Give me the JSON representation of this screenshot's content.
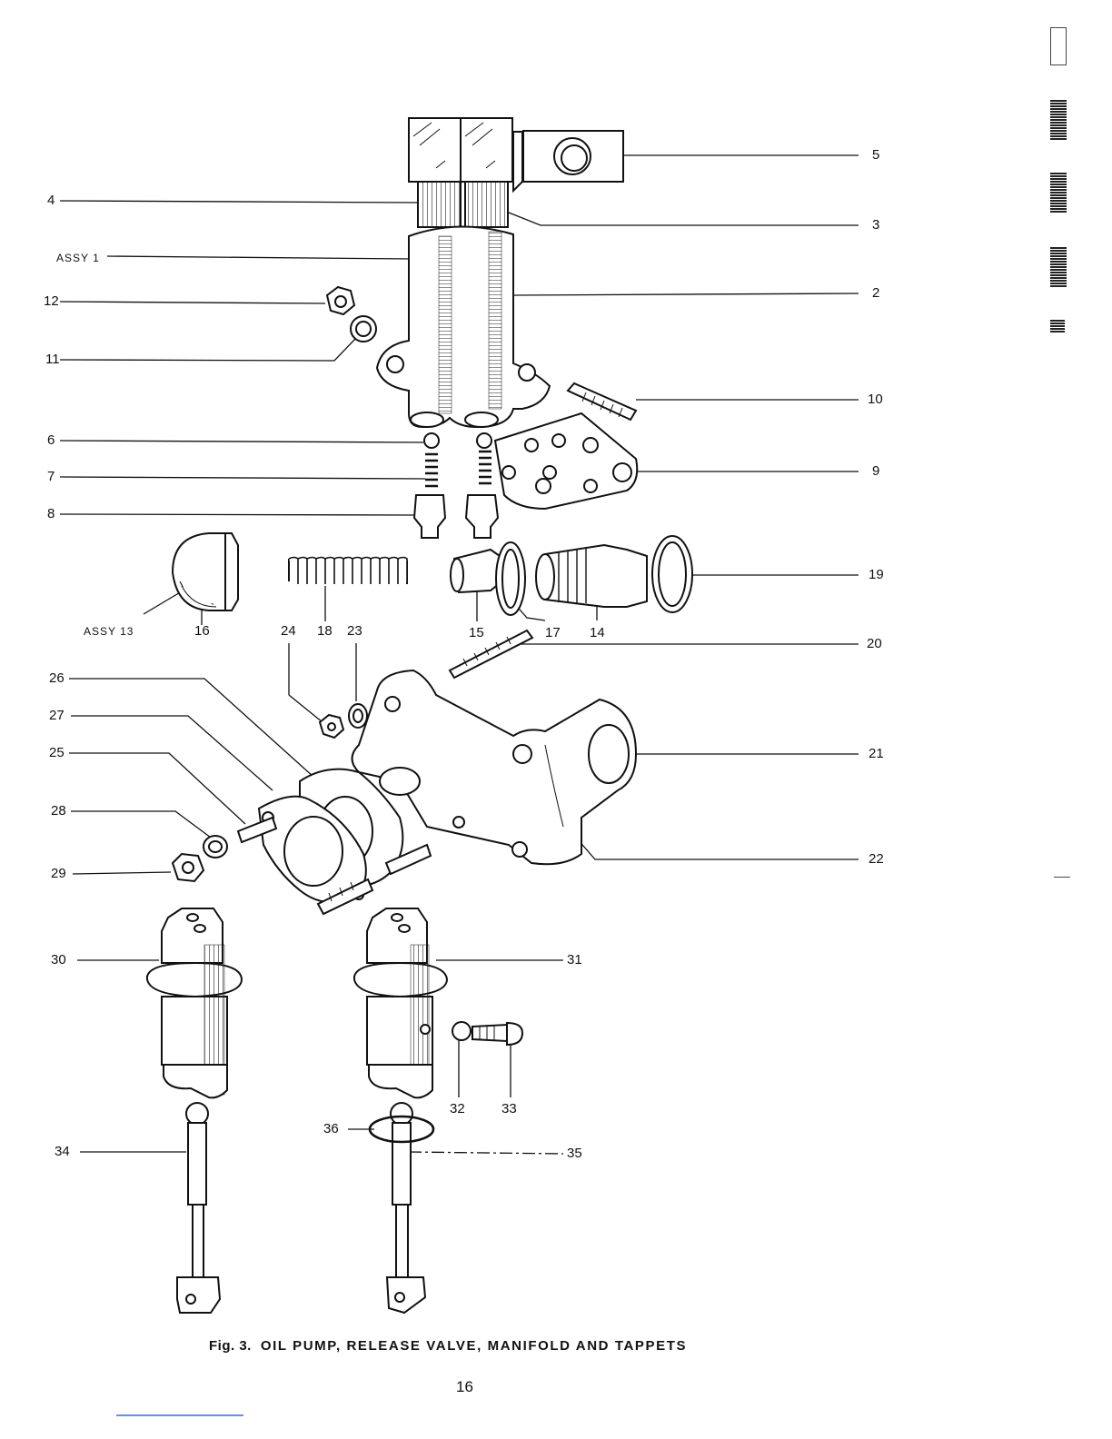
{
  "figure": {
    "caption_number": "Fig. 3.",
    "caption_title": "OIL PUMP, RELEASE VALVE, MANIFOLD AND TAPPETS",
    "page_number": "16"
  },
  "callouts": {
    "left": [
      "4",
      "ASSY 1",
      "12",
      "11",
      "6",
      "7",
      "8",
      "26",
      "27",
      "25",
      "28",
      "29",
      "30",
      "34"
    ],
    "right": [
      "5",
      "3",
      "2",
      "10",
      "9",
      "19",
      "20",
      "21",
      "22",
      "31",
      "35"
    ],
    "under_parts": [
      "ASSY 13",
      "16",
      "24",
      "18",
      "23",
      "15",
      "17",
      "14",
      "32",
      "33",
      "36"
    ]
  },
  "parts": [
    {
      "id": "oil-pump-assembly",
      "callouts": [
        "ASSY 1",
        "2",
        "3",
        "4"
      ]
    },
    {
      "id": "pump-cover-block",
      "callouts": [
        "5"
      ]
    },
    {
      "id": "ball-valves",
      "callouts": [
        "6"
      ]
    },
    {
      "id": "valve-springs",
      "callouts": [
        "7"
      ]
    },
    {
      "id": "valve-plugs",
      "callouts": [
        "8"
      ]
    },
    {
      "id": "pump-gasket-plate",
      "callouts": [
        "9"
      ]
    },
    {
      "id": "stud",
      "callouts": [
        "10"
      ]
    },
    {
      "id": "washer",
      "callouts": [
        "11"
      ]
    },
    {
      "id": "nut",
      "callouts": [
        "12"
      ]
    },
    {
      "id": "release-valve-cap",
      "callouts": [
        "ASSY 13",
        "16"
      ]
    },
    {
      "id": "release-valve-body",
      "callouts": [
        "14"
      ]
    },
    {
      "id": "release-valve-plunger",
      "callouts": [
        "15"
      ]
    },
    {
      "id": "release-valve-washers",
      "callouts": [
        "17",
        "19"
      ]
    },
    {
      "id": "release-valve-spring",
      "callouts": [
        "18"
      ]
    },
    {
      "id": "manifold-stud",
      "callouts": [
        "20"
      ]
    },
    {
      "id": "manifold",
      "callouts": [
        "21",
        "22"
      ]
    },
    {
      "id": "manifold-nut-washer",
      "callouts": [
        "23",
        "24"
      ]
    },
    {
      "id": "manifold-gaskets-studs",
      "callouts": [
        "25",
        "26",
        "27"
      ]
    },
    {
      "id": "stud-washer-nut",
      "callouts": [
        "28",
        "29"
      ]
    },
    {
      "id": "tappets",
      "callouts": [
        "30",
        "31"
      ]
    },
    {
      "id": "tappet-screw",
      "callouts": [
        "32",
        "33"
      ]
    },
    {
      "id": "push-rods",
      "callouts": [
        "34",
        "35",
        "36"
      ]
    }
  ]
}
